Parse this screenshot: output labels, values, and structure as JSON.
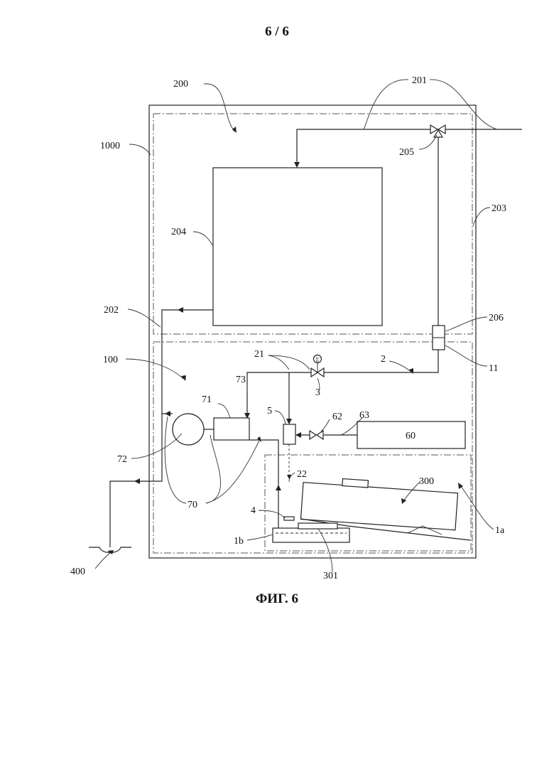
{
  "page_header": "6 / 6",
  "figure_caption": "ФИГ. 6",
  "colors": {
    "line": "#222222",
    "background": "#ffffff"
  },
  "labels": {
    "l200": "200",
    "l201": "201",
    "l1000": "1000",
    "l205": "205",
    "l203": "203",
    "l204": "204",
    "l202": "202",
    "l206": "206",
    "l100": "100",
    "l21": "21",
    "l2": "2",
    "l11": "11",
    "l73": "73",
    "l3": "3",
    "l71": "71",
    "l5": "5",
    "l62": "62",
    "l63": "63",
    "l60": "60",
    "l72": "72",
    "l22": "22",
    "l300": "300",
    "l70": "70",
    "l4": "4",
    "l1a": "1a",
    "l1b": "1b",
    "l400": "400",
    "l301": "301"
  }
}
